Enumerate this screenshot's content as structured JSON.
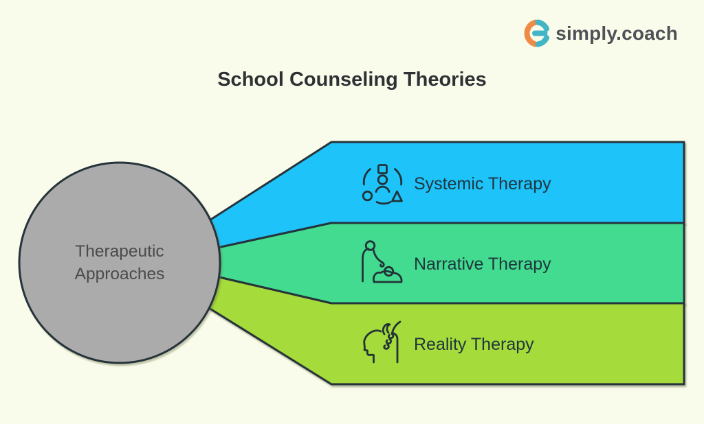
{
  "logo": {
    "text": "simply.coach"
  },
  "title": "School Counseling Theories",
  "hub": {
    "line1": "Therapeutic",
    "line2": "Approaches",
    "fill": "#ABABAB"
  },
  "branches": [
    {
      "label": "Systemic Therapy",
      "color": "#1EC3FA",
      "icon": "person-with-shapes-icon"
    },
    {
      "label": "Narrative Therapy",
      "color": "#42DB90",
      "icon": "person-comforting-icon"
    },
    {
      "label": "Reality Therapy",
      "color": "#A5DB3A",
      "icon": "hand-grasping-mind-icon"
    }
  ],
  "colors": {
    "background": "#FAFCEB",
    "outline": "#26333A",
    "icon_stroke": "#223237",
    "title_text": "#2E3134",
    "branch_text": "#20363E",
    "hub_text": "#4B4B4B",
    "logo_orange": "#EF8B45",
    "logo_teal": "#43B5C5",
    "logo_text": "#4E5257"
  }
}
